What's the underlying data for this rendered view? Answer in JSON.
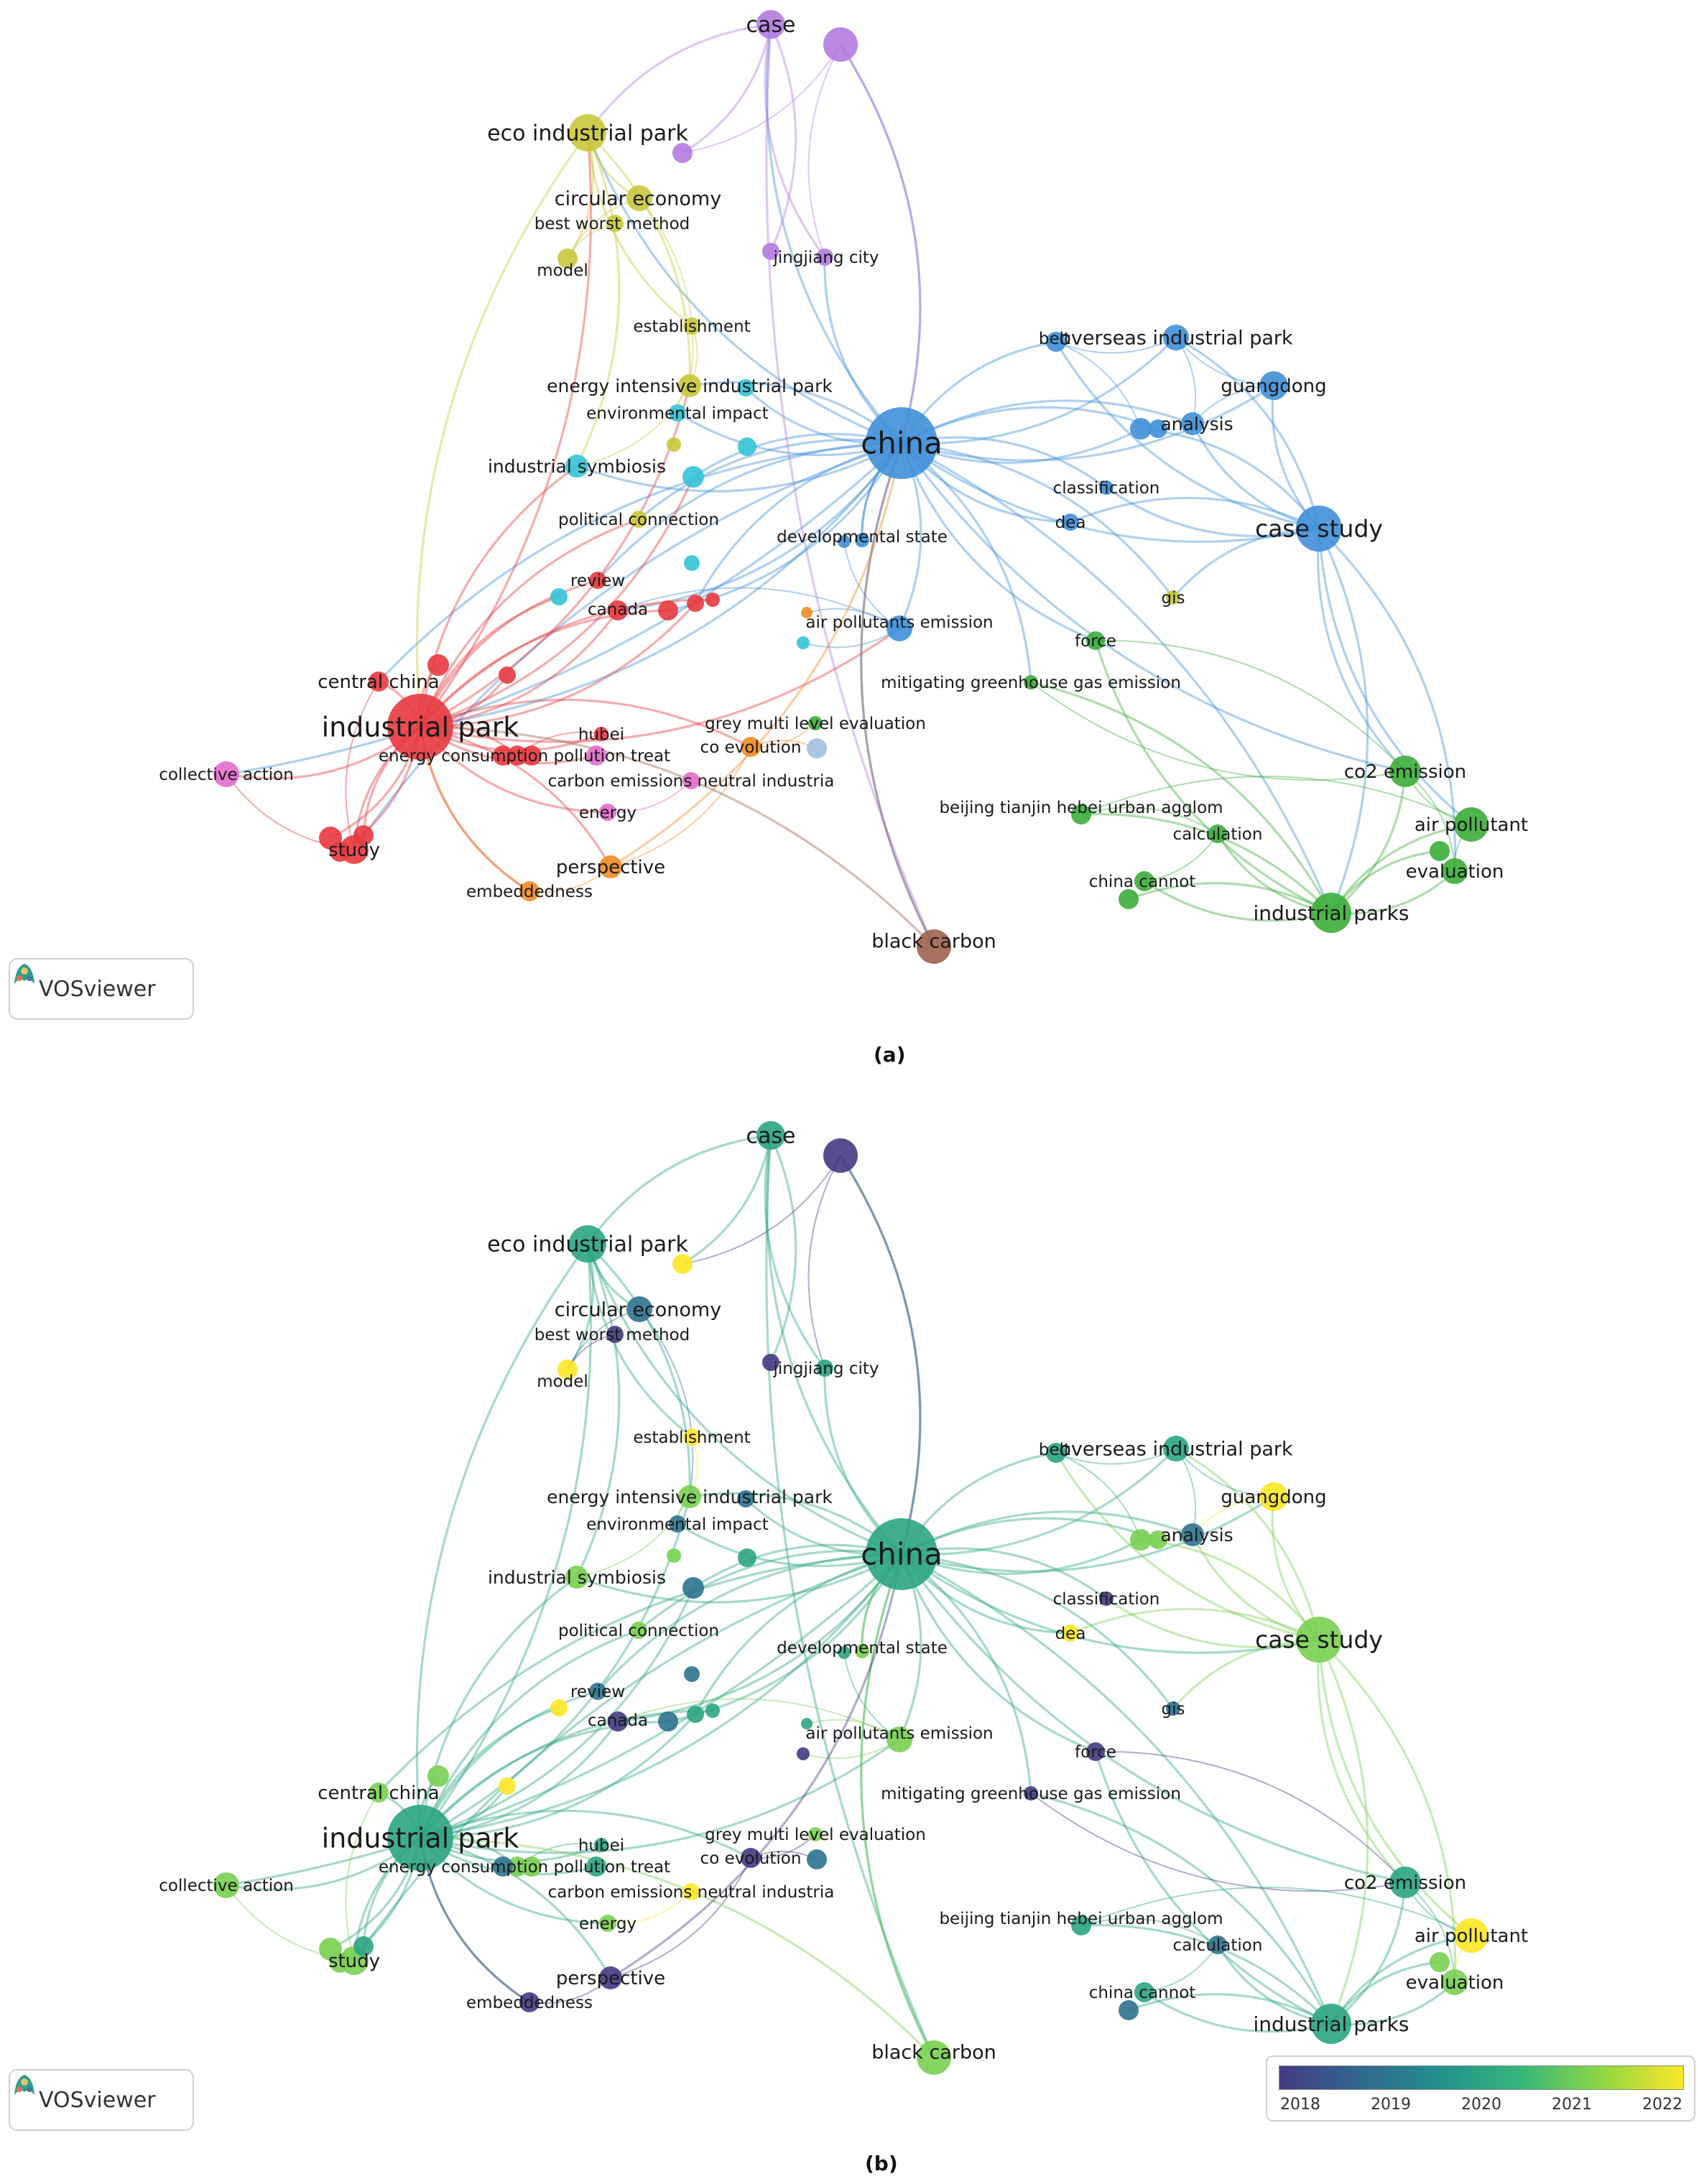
{
  "nodes": [
    {
      "id": "case",
      "label": "case",
      "cl": "purple",
      "yr": 2020
    },
    {
      "id": "u_case",
      "label": "",
      "cl": "purple",
      "yr": 2018
    },
    {
      "id": "eco",
      "label": "eco industrial park",
      "cl": "olive",
      "yr": 2020
    },
    {
      "id": "u_eco",
      "label": "",
      "cl": "purple",
      "yr": 2022
    },
    {
      "id": "circ",
      "label": "circular economy",
      "cl": "olive",
      "yr": 2019
    },
    {
      "id": "bwm",
      "label": "best worst method",
      "cl": "olive",
      "yr": 2018
    },
    {
      "id": "model",
      "label": "model",
      "cl": "olive",
      "yr": 2022
    },
    {
      "id": "u_jj",
      "label": "",
      "cl": "purple",
      "yr": 2018
    },
    {
      "id": "jing",
      "label": "jingjiang city",
      "cl": "purple",
      "yr": 2020
    },
    {
      "id": "estab",
      "label": "establishment",
      "cl": "olive",
      "yr": 2022
    },
    {
      "id": "eiip",
      "label": "energy intensive industrial park",
      "cl": "olive",
      "yr": 2021
    },
    {
      "id": "envimp",
      "label": "environmental impact",
      "cl": "cyan",
      "yr": 2019
    },
    {
      "id": "u_env1",
      "label": "",
      "cl": "cyan",
      "yr": 2019
    },
    {
      "id": "u_env2",
      "label": "",
      "cl": "olive",
      "yr": 2021
    },
    {
      "id": "u_env3",
      "label": "",
      "cl": "cyan",
      "yr": 2020
    },
    {
      "id": "indsym",
      "label": "industrial symbiosis",
      "cl": "cyan",
      "yr": 2021
    },
    {
      "id": "u_sym",
      "label": "",
      "cl": "cyan",
      "yr": 2019
    },
    {
      "id": "polcon",
      "label": "political connection",
      "cl": "olive",
      "yr": 2021
    },
    {
      "id": "u_pol",
      "label": "",
      "cl": "cyan",
      "yr": 2019
    },
    {
      "id": "china",
      "label": "china",
      "cl": "blue",
      "yr": 2020
    },
    {
      "id": "belt",
      "label": "belt",
      "cl": "blue",
      "yr": 2020
    },
    {
      "id": "oip",
      "label": "overseas industrial park",
      "cl": "blue",
      "yr": 2020
    },
    {
      "id": "guang",
      "label": "guangdong",
      "cl": "blue",
      "yr": 2022
    },
    {
      "id": "anal",
      "label": "analysis",
      "cl": "blue",
      "yr": 2019
    },
    {
      "id": "u_an1",
      "label": "",
      "cl": "blue",
      "yr": 2021
    },
    {
      "id": "u_an2",
      "label": "",
      "cl": "blue",
      "yr": 2021
    },
    {
      "id": "classif",
      "label": "classification",
      "cl": "blue",
      "yr": 2018
    },
    {
      "id": "dea",
      "label": "dea",
      "cl": "blue",
      "yr": 2022
    },
    {
      "id": "cstudy",
      "label": "case study",
      "cl": "blue",
      "yr": 2021
    },
    {
      "id": "devstate",
      "label": "developmental state",
      "cl": "blue",
      "yr": 2021
    },
    {
      "id": "u_dev",
      "label": "",
      "cl": "blue",
      "yr": 2020
    },
    {
      "id": "gis",
      "label": "gis",
      "cl": "olive",
      "yr": 2019
    },
    {
      "id": "review",
      "label": "review",
      "cl": "red",
      "yr": 2019
    },
    {
      "id": "u_rev",
      "label": "",
      "cl": "cyan",
      "yr": 2022
    },
    {
      "id": "canada",
      "label": "canada",
      "cl": "red",
      "yr": 2018
    },
    {
      "id": "u_can1",
      "label": "",
      "cl": "red",
      "yr": 2019
    },
    {
      "id": "u_can2",
      "label": "",
      "cl": "red",
      "yr": 2020
    },
    {
      "id": "u_can3",
      "label": "",
      "cl": "red",
      "yr": 2020
    },
    {
      "id": "ape",
      "label": "air pollutants emission",
      "cl": "blue",
      "yr": 2021
    },
    {
      "id": "u_ape1",
      "label": "",
      "cl": "orange",
      "yr": 2020
    },
    {
      "id": "u_ape2",
      "label": "",
      "cl": "cyan",
      "yr": 2018
    },
    {
      "id": "force",
      "label": "force",
      "cl": "green",
      "yr": 2018
    },
    {
      "id": "mggе",
      "label": "mitigating greenhouse gas emission",
      "cl": "green",
      "yr": 2018
    },
    {
      "id": "cchina",
      "label": "central china",
      "cl": "red",
      "yr": 2021
    },
    {
      "id": "u_cc1",
      "label": "",
      "cl": "red",
      "yr": 2021
    },
    {
      "id": "u_cc2",
      "label": "",
      "cl": "red",
      "yr": 2022
    },
    {
      "id": "ip",
      "label": "industrial park",
      "cl": "red",
      "yr": 2020
    },
    {
      "id": "hubei",
      "label": "hubei",
      "cl": "red",
      "yr": 2020
    },
    {
      "id": "ecpt",
      "label": "energy consumption pollution treat",
      "cl": "red",
      "yr": 2021
    },
    {
      "id": "u_ec1",
      "label": "",
      "cl": "red",
      "yr": 2019
    },
    {
      "id": "u_ec2",
      "label": "",
      "cl": "red",
      "yr": 2021
    },
    {
      "id": "u_ec3",
      "label": "",
      "cl": "pink",
      "yr": 2020
    },
    {
      "id": "collect",
      "label": "collective action",
      "cl": "pink",
      "yr": 2021
    },
    {
      "id": "grey",
      "label": "grey multi level evaluation",
      "cl": "green",
      "yr": 2021
    },
    {
      "id": "coevo",
      "label": "co evolution",
      "cl": "orange",
      "yr": 2018
    },
    {
      "id": "u_co",
      "label": "",
      "cl": "lightblue",
      "yr": 2019
    },
    {
      "id": "cenid",
      "label": "carbon emissions neutral industria",
      "cl": "pink",
      "yr": 2022
    },
    {
      "id": "energy",
      "label": "energy",
      "cl": "pink",
      "yr": 2021
    },
    {
      "id": "bthua",
      "label": "beijing tianjin hebei urban agglom",
      "cl": "green",
      "yr": 2020
    },
    {
      "id": "calc",
      "label": "calculation",
      "cl": "green",
      "yr": 2019
    },
    {
      "id": "co2",
      "label": "co2 emission",
      "cl": "green",
      "yr": 2020
    },
    {
      "id": "airp",
      "label": "air pollutant",
      "cl": "green",
      "yr": 2022
    },
    {
      "id": "evalu",
      "label": "evaluation",
      "cl": "green",
      "yr": 2021
    },
    {
      "id": "u_ev",
      "label": "",
      "cl": "green",
      "yr": 2021
    },
    {
      "id": "study",
      "label": "study",
      "cl": "red",
      "yr": 2021
    },
    {
      "id": "u_st1",
      "label": "",
      "cl": "red",
      "yr": 2021
    },
    {
      "id": "u_st2",
      "label": "",
      "cl": "red",
      "yr": 2020
    },
    {
      "id": "u_st3",
      "label": "",
      "cl": "red",
      "yr": 2021
    },
    {
      "id": "persp",
      "label": "perspective",
      "cl": "orange",
      "yr": 2018
    },
    {
      "id": "embed",
      "label": "embeddedness",
      "cl": "orange",
      "yr": 2018
    },
    {
      "id": "cc",
      "label": "china cannot",
      "cl": "green",
      "yr": 2020
    },
    {
      "id": "u_cc",
      "label": "",
      "cl": "green",
      "yr": 2019
    },
    {
      "id": "ips",
      "label": "industrial parks",
      "cl": "green",
      "yr": 2020
    },
    {
      "id": "bc",
      "label": "black carbon",
      "cl": "brown",
      "yr": 2021
    }
  ],
  "brand": {
    "name": "VOSviewer"
  },
  "captions": {
    "a": "(a)",
    "b": "(b)"
  },
  "legend": {
    "ticks": [
      "2018",
      "2019",
      "2020",
      "2021",
      "2022"
    ]
  },
  "colors": {
    "red": "#e8393f",
    "olive": "#c8c83a",
    "purple": "#b27be0",
    "cyan": "#33c3d6",
    "blue": "#3f8fd8",
    "green": "#3cad3a",
    "pink": "#e36bcb",
    "orange": "#f08c26",
    "brown": "#a0624f",
    "lightblue": "#9ebfe0",
    "viridis": [
      "#443a83",
      "#31688e",
      "#21918c",
      "#35b779",
      "#90d743",
      "#fde725"
    ]
  }
}
